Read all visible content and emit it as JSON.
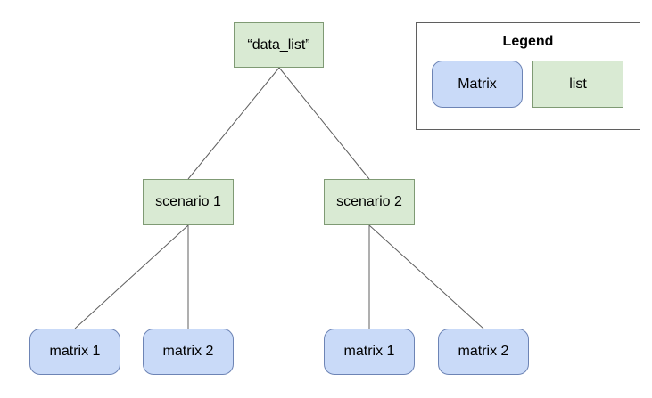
{
  "colors": {
    "list_fill": "#d9ead3",
    "list_border": "#7f9a74",
    "matrix_fill": "#c9daf8",
    "matrix_border": "#6d84b5",
    "connector": "#5f5f5f"
  },
  "tree": {
    "root": {
      "label": "“data_list”",
      "type": "list"
    },
    "scenarios": [
      {
        "label": "scenario 1",
        "type": "list",
        "children": [
          {
            "label": "matrix 1",
            "type": "matrix"
          },
          {
            "label": "matrix 2",
            "type": "matrix"
          }
        ]
      },
      {
        "label": "scenario 2",
        "type": "list",
        "children": [
          {
            "label": "matrix 1",
            "type": "matrix"
          },
          {
            "label": "matrix 2",
            "type": "matrix"
          }
        ]
      }
    ]
  },
  "legend": {
    "title": "Legend",
    "items": [
      {
        "label": "Matrix",
        "type": "matrix"
      },
      {
        "label": "list",
        "type": "list"
      }
    ]
  }
}
